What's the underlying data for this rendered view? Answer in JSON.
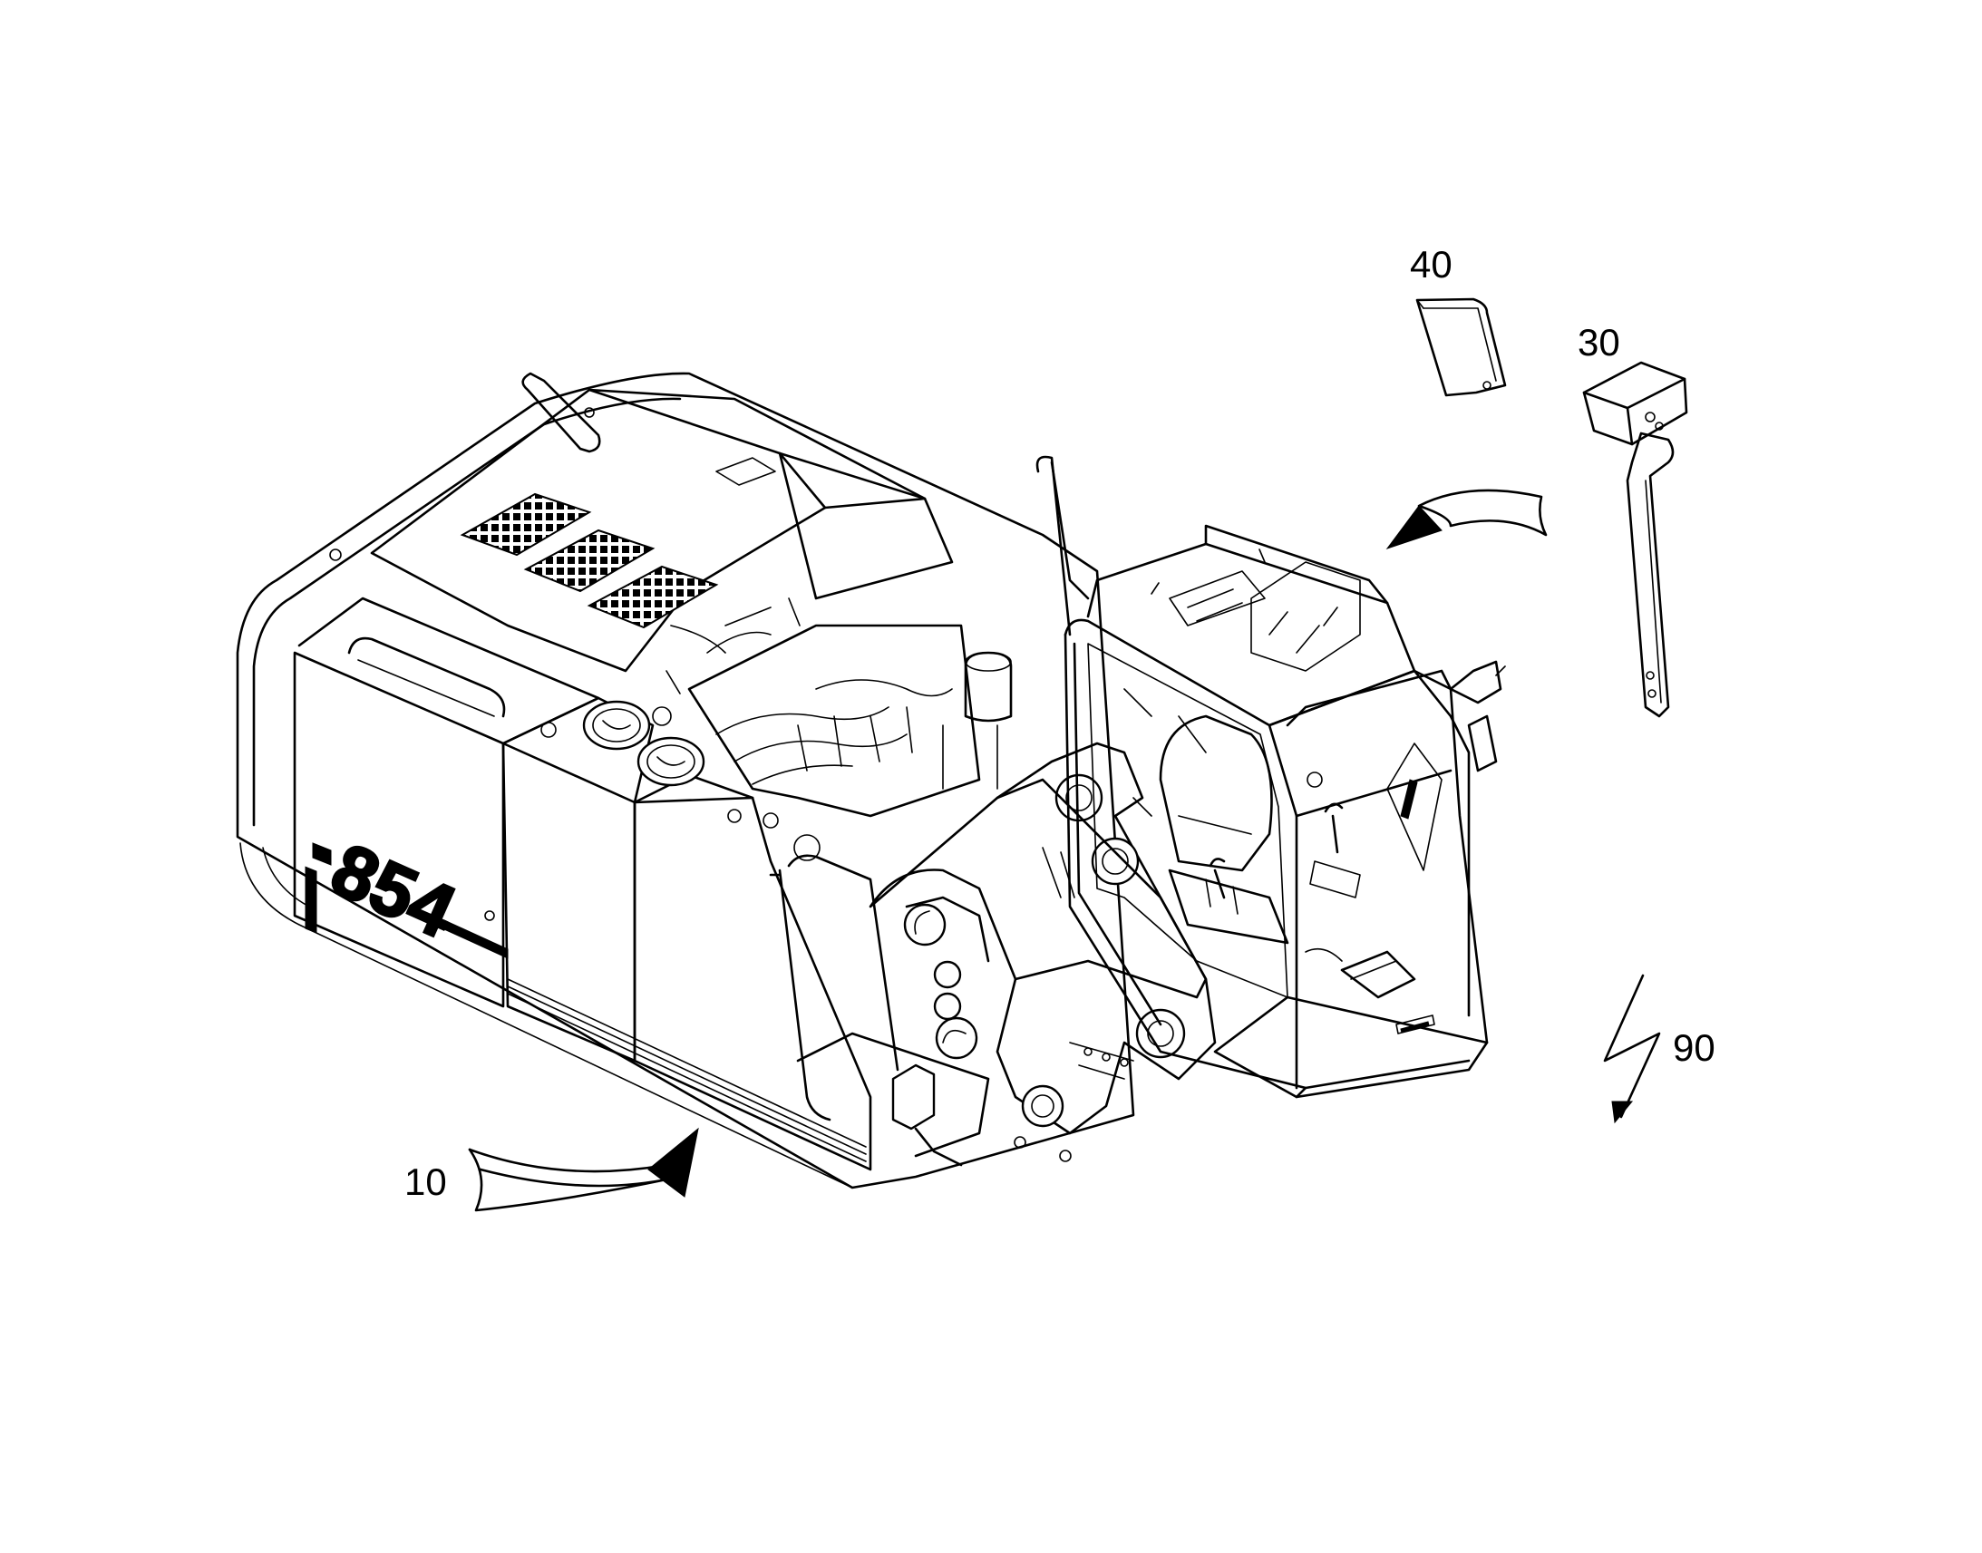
{
  "labels": {
    "ref_10": "10",
    "ref_30": "30",
    "ref_40": "40",
    "ref_90": "90"
  },
  "colors": {
    "line": "#000000",
    "background": "#ffffff"
  }
}
